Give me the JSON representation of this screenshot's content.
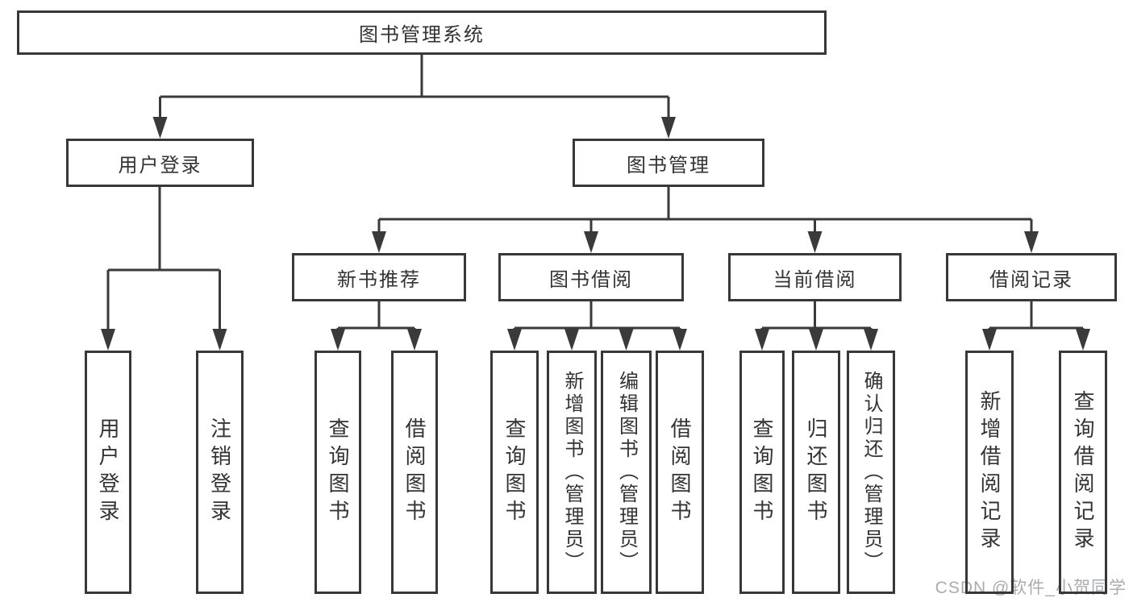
{
  "diagram_title": "图书管理系统",
  "tree": {
    "root": {
      "label": "图书管理系统"
    },
    "branches": [
      {
        "label": "用户登录",
        "children": [
          {
            "label": "用户登录"
          },
          {
            "label": "注销登录"
          }
        ]
      },
      {
        "label": "图书管理",
        "children": [
          {
            "label": "新书推荐",
            "children": [
              {
                "label": "查询图书"
              },
              {
                "label": "借阅图书"
              }
            ]
          },
          {
            "label": "图书借阅",
            "children": [
              {
                "label": "查询图书"
              },
              {
                "label": "新增图书（管理员）"
              },
              {
                "label": "编辑图书（管理员）"
              },
              {
                "label": "借阅图书"
              }
            ]
          },
          {
            "label": "当前借阅",
            "children": [
              {
                "label": "查询图书"
              },
              {
                "label": "归还图书"
              },
              {
                "label": "确认归还（管理员）"
              }
            ]
          },
          {
            "label": "借阅记录",
            "children": [
              {
                "label": "新增借阅记录"
              },
              {
                "label": "查询借阅记录"
              }
            ]
          }
        ]
      }
    ]
  },
  "watermark": "CSDN @软件_小贺同学",
  "colors": {
    "line": "#3a3a3a",
    "text": "#333333",
    "background": "#ffffff",
    "watermark": "#9ea3a8"
  }
}
